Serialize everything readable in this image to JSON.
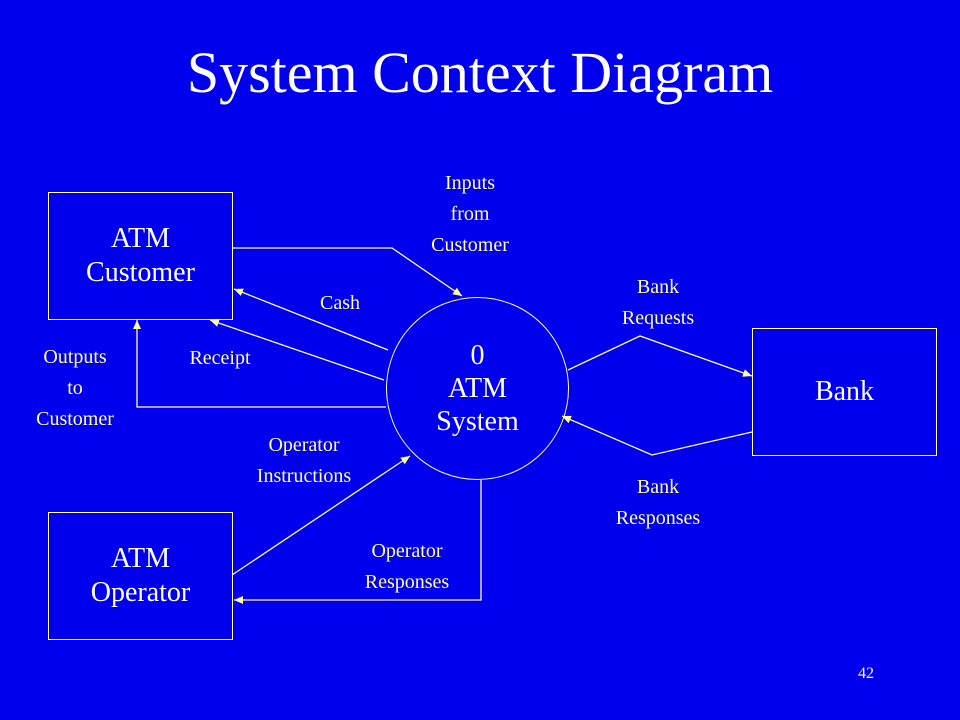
{
  "title": "System Context Diagram",
  "page_number": "42",
  "colors": {
    "background": "#0000ee",
    "lines": "#ffff99",
    "box_text": "#ffffff",
    "flow_text": "#ffff99"
  },
  "entities": {
    "customer": [
      "ATM",
      "Customer"
    ],
    "operator": [
      "ATM",
      "Operator"
    ],
    "bank": [
      "Bank"
    ]
  },
  "process": {
    "id": "0",
    "lines": [
      "ATM",
      "System"
    ]
  },
  "flows": {
    "inputs_from_customer": [
      "Inputs",
      "from",
      "Customer"
    ],
    "cash": [
      "Cash"
    ],
    "receipt": [
      "Receipt"
    ],
    "outputs_to_customer": [
      "Outputs",
      "to",
      "Customer"
    ],
    "operator_instructions": [
      "Operator",
      "Instructions"
    ],
    "operator_responses": [
      "Operator",
      "Responses"
    ],
    "bank_requests": [
      "Bank",
      "Requests"
    ],
    "bank_responses": [
      "Bank",
      "Responses"
    ]
  }
}
